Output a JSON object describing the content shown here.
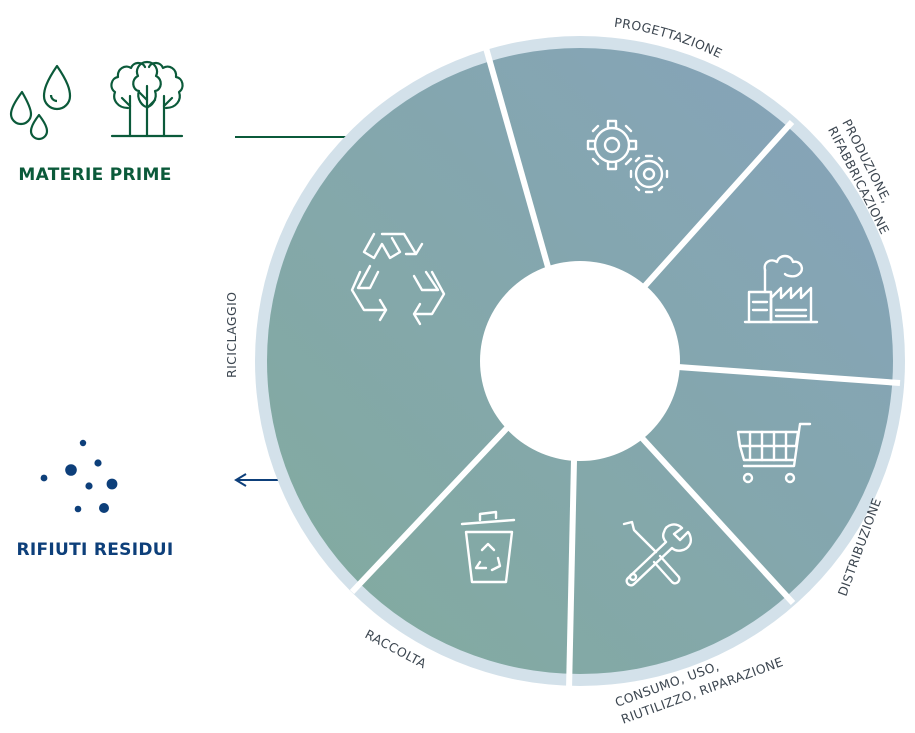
{
  "inputs": {
    "materie_prime_label": "MATERIE PRIME",
    "rifiuti_residui_label": "RIFIUTI RESIDUI"
  },
  "stages": [
    {
      "label_lines": [
        "PROGETTAZIONE"
      ],
      "icon": "gears-icon"
    },
    {
      "label_lines": [
        "PRODUZIONE,",
        "RIFABBRICAZIONE"
      ],
      "icon": "factory-icon"
    },
    {
      "label_lines": [
        "DISTRIBUZIONE"
      ],
      "icon": "shopping-cart-icon"
    },
    {
      "label_lines": [
        "CONSUMO, USO,",
        "RIUTILIZZO, RIPARAZIONE"
      ],
      "icon": "wrench-screwdriver-icon"
    },
    {
      "label_lines": [
        "RACCOLTA"
      ],
      "icon": "recycle-bin-icon"
    },
    {
      "label_lines": [
        "RICICLAGGIO"
      ],
      "icon": "recycle-icon"
    }
  ],
  "icons": {
    "materie_prime": [
      "water-drops-icon",
      "trees-icon"
    ],
    "rifiuti_residui": "scattered-dots-icon"
  },
  "colors": {
    "ring": "#d3e1ea",
    "segment_green": "#82ab9e",
    "segment_blue": "#86a3bb",
    "materie_prime_text": "#0b5a3a",
    "rifiuti_residui_text": "#0d3f7a"
  }
}
